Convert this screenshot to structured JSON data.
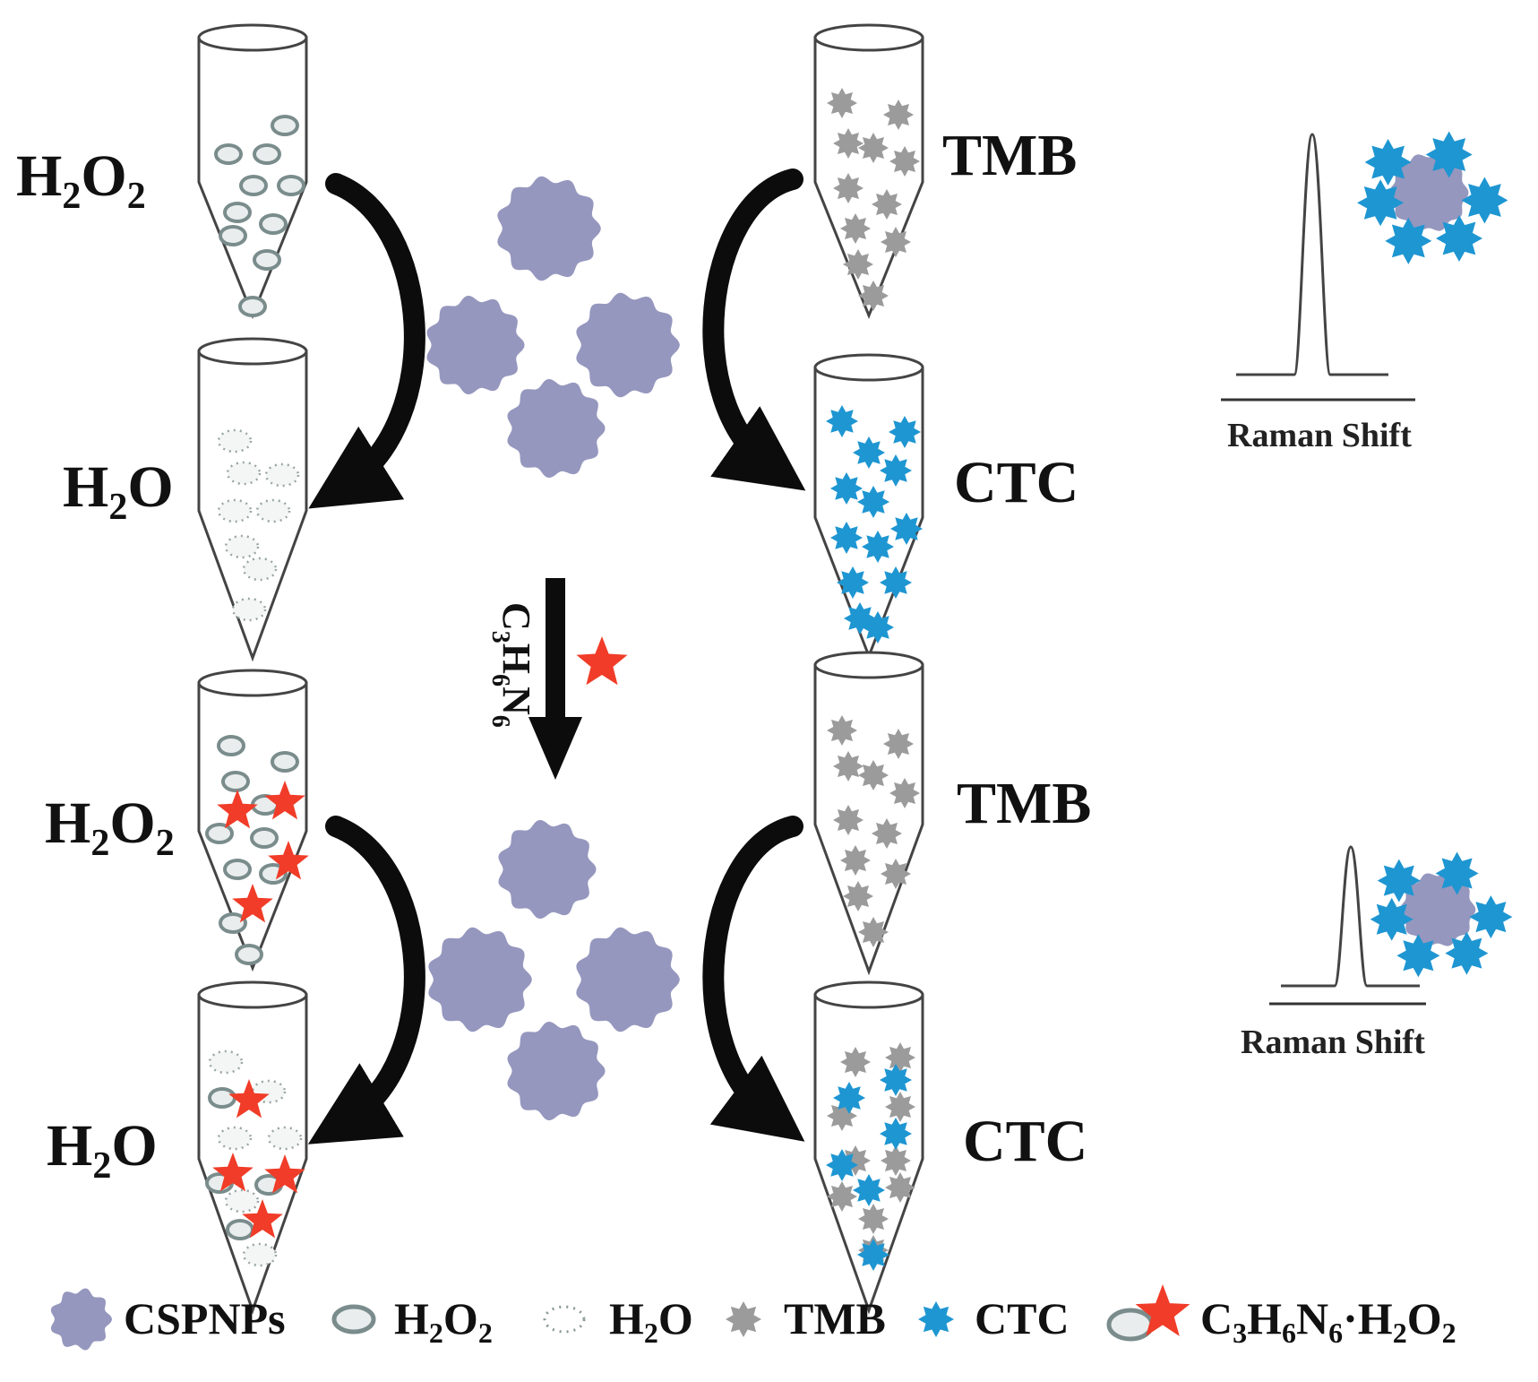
{
  "labels": {
    "h2o2_top": {
      "main": "H",
      "sub1": "2",
      "mid": "O",
      "sub2": "2"
    },
    "h2o_top": {
      "main": "H",
      "sub1": "2",
      "mid": "O"
    },
    "tmb_top": "TMB",
    "ctc_top": "CTC",
    "h2o2_bottom": {
      "main": "H",
      "sub1": "2",
      "mid": "O",
      "sub2": "2"
    },
    "h2o_bottom": {
      "main": "H",
      "sub1": "2",
      "mid": "O"
    },
    "tmb_bottom": "TMB",
    "ctc_bottom": "CTC"
  },
  "additive": {
    "c": "C",
    "n3": "3",
    "h": "H",
    "n6a": "6",
    "n": "N",
    "n6b": "6"
  },
  "raman": {
    "top_label": "Raman Shift",
    "bottom_label": "Raman Shift"
  },
  "legend": {
    "items": [
      {
        "icon": "cspnp-icon",
        "label": "CSPNPs"
      },
      {
        "icon": "h2o2-ring-icon",
        "main": "H",
        "sub1": "2",
        "mid": "O",
        "sub2": "2"
      },
      {
        "icon": "h2o-dotted-icon",
        "main": "H",
        "sub1": "2",
        "mid": "O"
      },
      {
        "icon": "tmb-gear-icon",
        "label": "TMB"
      },
      {
        "icon": "ctc-gear-icon",
        "label": "CTC"
      },
      {
        "icon": "complex-icon",
        "c": "C",
        "n3": "3",
        "h": "H",
        "n6a": "6",
        "n": "N",
        "n6b": "6",
        "dot": "·H",
        "sub2a": "2",
        "o": "O",
        "sub2b": "2"
      }
    ]
  },
  "colors": {
    "nanoparticle": "#9597BE",
    "tmb_gray": "#9B9B9B",
    "ctc_blue": "#1E96D2",
    "star_red": "#F03C28",
    "ring_stroke": "#7A8C8C",
    "ring_fill": "#E9EDED",
    "arrow": "#0C0C0C",
    "tube_stroke": "#444444"
  }
}
